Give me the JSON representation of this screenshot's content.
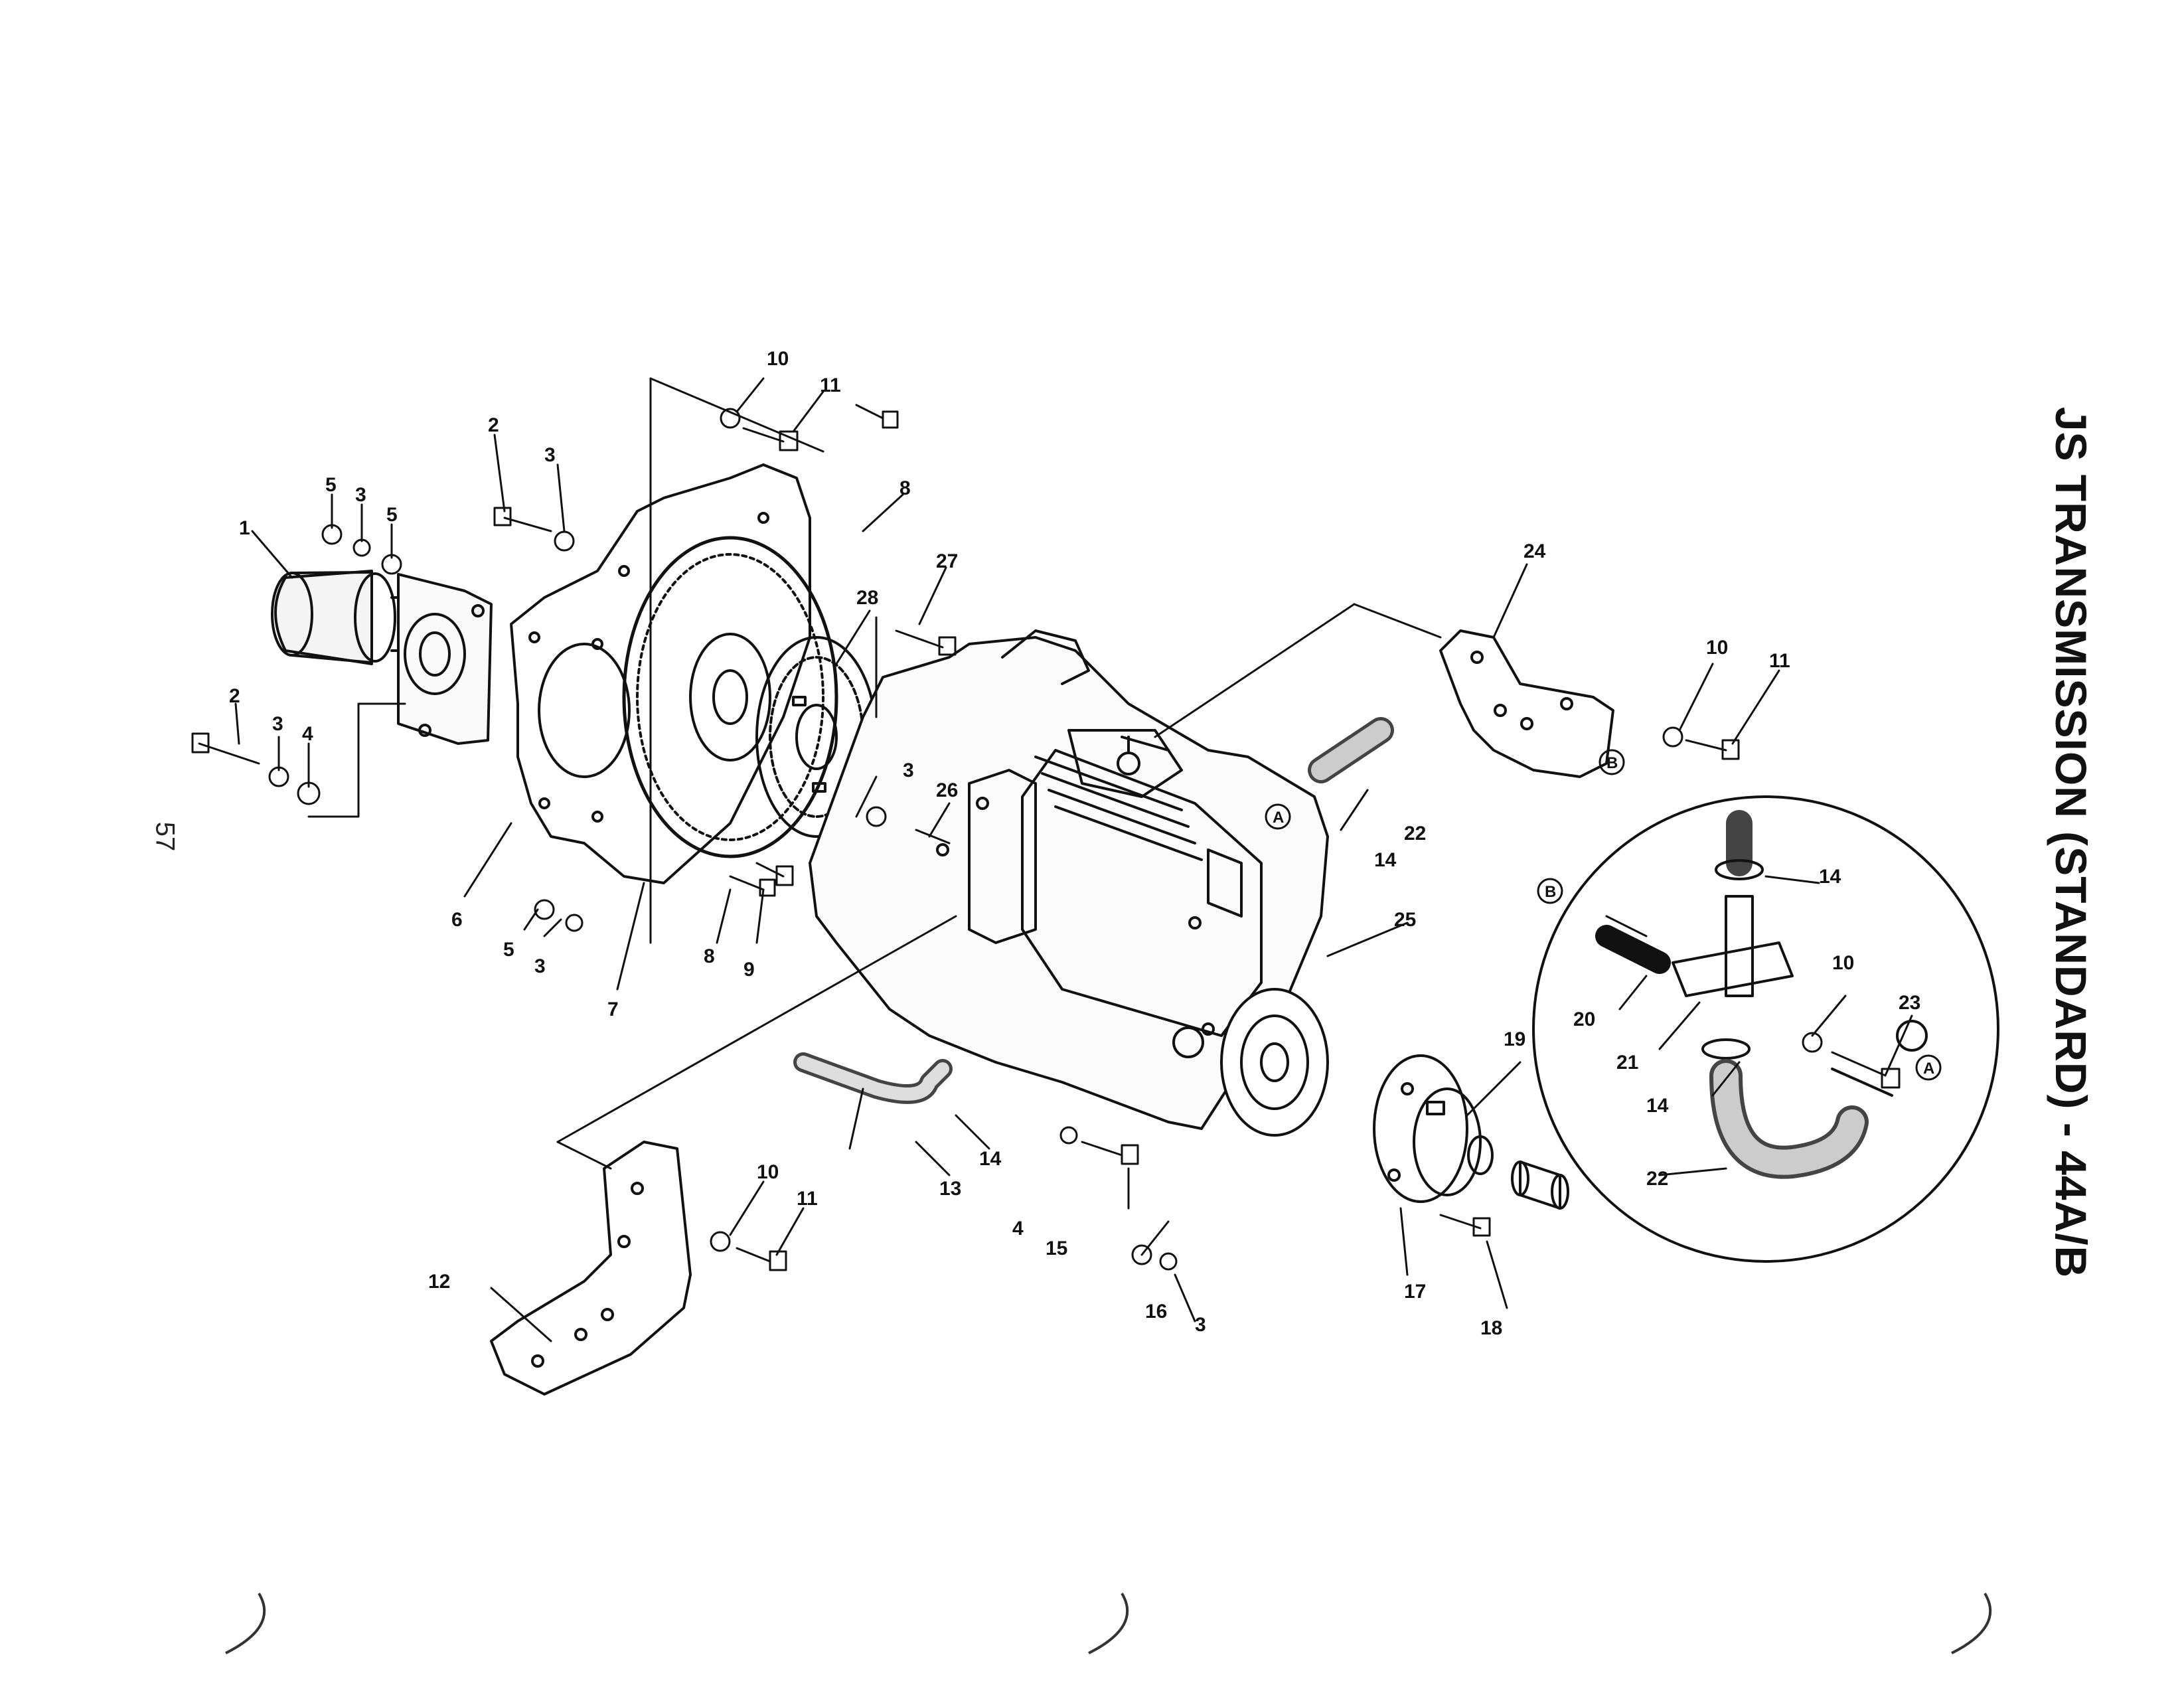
{
  "title": "JS TRANSMISSION (STANDARD) - 44A/B",
  "page_number": "57",
  "ref_markers": [
    "A",
    "B"
  ],
  "callouts": [
    "1",
    "2",
    "3",
    "4",
    "5",
    "6",
    "7",
    "8",
    "9",
    "10",
    "11",
    "12",
    "13",
    "14",
    "15",
    "16",
    "17",
    "18",
    "19",
    "20",
    "21",
    "22",
    "23",
    "24",
    "25",
    "26",
    "27",
    "28"
  ]
}
